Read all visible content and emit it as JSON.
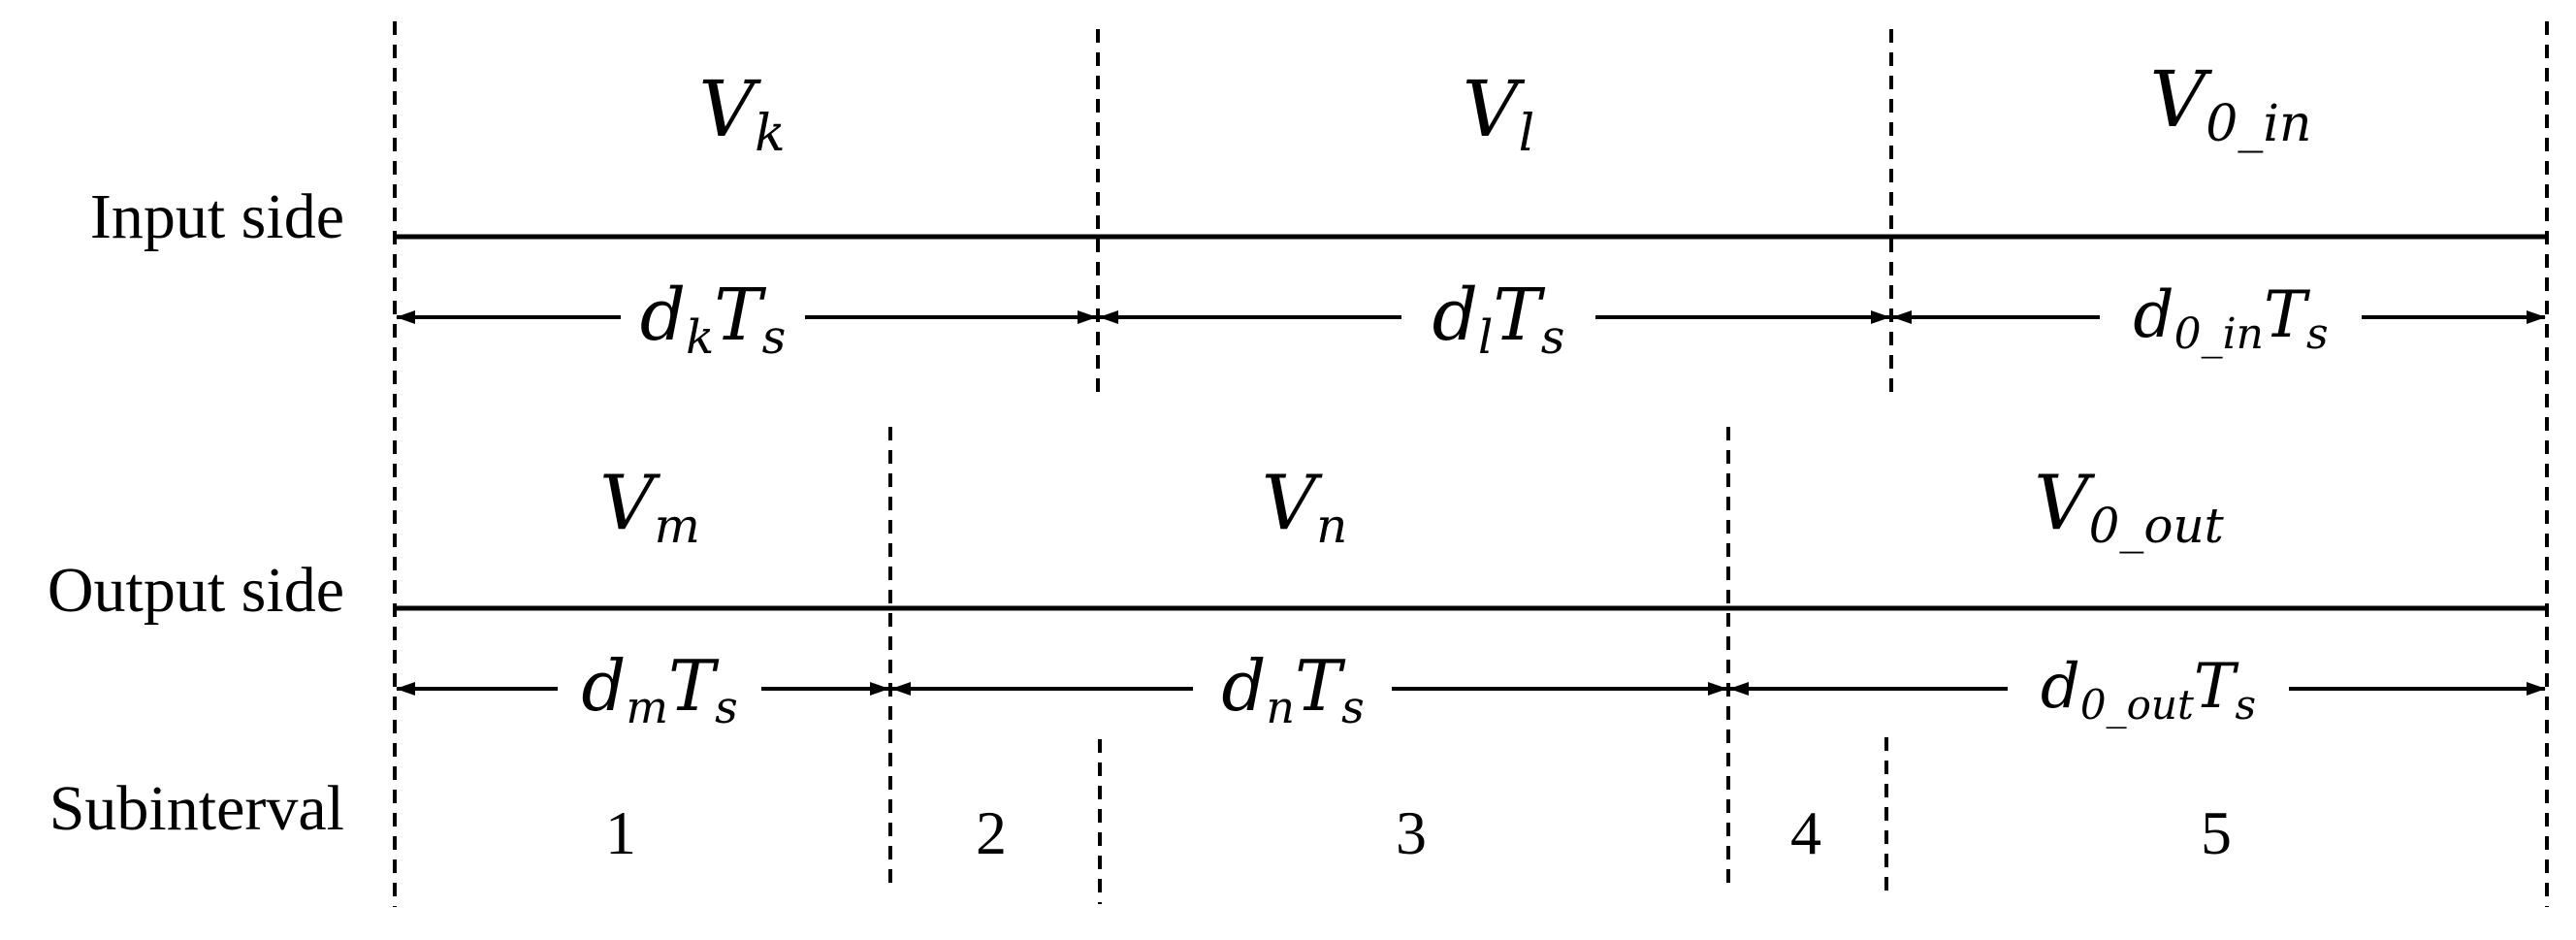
{
  "rows": {
    "input": {
      "label": "Input side",
      "segments": [
        {
          "voltage": {
            "base": "V",
            "sub": "k"
          },
          "duration": {
            "base": "d",
            "sub": "k",
            "tail": "T",
            "tailsub": "s"
          }
        },
        {
          "voltage": {
            "base": "V",
            "sub": "l"
          },
          "duration": {
            "base": "d",
            "sub": "l",
            "tail": "T",
            "tailsub": "s"
          }
        },
        {
          "voltage": {
            "base": "V",
            "sub": "0_in"
          },
          "duration": {
            "base": "d",
            "sub": "0_in",
            "tail": "T",
            "tailsub": "s"
          }
        }
      ]
    },
    "output": {
      "label": "Output side",
      "segments": [
        {
          "voltage": {
            "base": "V",
            "sub": "m"
          },
          "duration": {
            "base": "d",
            "sub": "m",
            "tail": "T",
            "tailsub": "s"
          }
        },
        {
          "voltage": {
            "base": "V",
            "sub": "n"
          },
          "duration": {
            "base": "d",
            "sub": "n",
            "tail": "T",
            "tailsub": "s"
          }
        },
        {
          "voltage": {
            "base": "V",
            "sub": "0_out"
          },
          "duration": {
            "base": "d",
            "sub": "0_out",
            "tail": "T",
            "tailsub": "s"
          }
        }
      ]
    },
    "subinterval": {
      "label": "Subinterval",
      "numbers": [
        "1",
        "2",
        "3",
        "4",
        "5"
      ]
    }
  }
}
